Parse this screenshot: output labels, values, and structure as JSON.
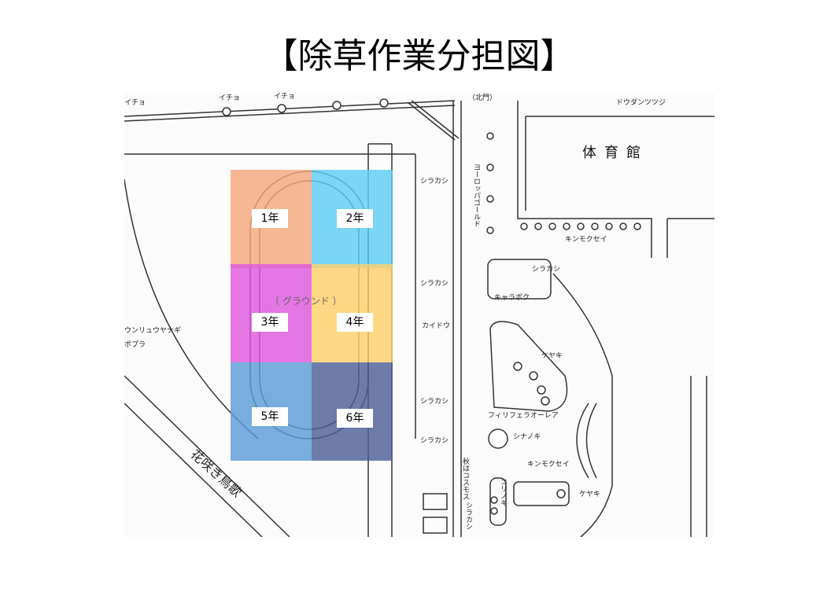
{
  "title": "【除草作業分担図】",
  "zone_colors": {
    "grade1": "#f3a77d",
    "grade2": "#5dcdf2",
    "grade3": "#dd58dd",
    "grade4": "#ffd06a",
    "grade5": "#5a9bd5",
    "grade6": "#4d5f95"
  },
  "zones": [
    {
      "label": "1年"
    },
    {
      "label": "2年"
    },
    {
      "label": "3年"
    },
    {
      "label": "4年"
    },
    {
      "label": "5年"
    },
    {
      "label": "6年"
    }
  ],
  "map_labels": {
    "gym": "体育館",
    "ground": "（ グラウンド ）",
    "dodan": "ドウダンツツジ",
    "kinmokusei_top": "キンモクセイ",
    "kinmokusei_bottom": "キンモクセイ",
    "shirakashi_1": "シラカシ",
    "shirakashi_2": "シラカシ",
    "shirakashi_3": "シラカシ",
    "shirakashi_4": "シラカシ",
    "kaido": "カイドウ",
    "kyarabok": "キャラボク",
    "shirakashi_small": "シラカシ",
    "keyaki_1": "ケヤキ",
    "keyaki_2": "ケヤキ",
    "firifera": "フィリフェラオーレア",
    "shinanoki": "シナノキ",
    "icho_1": "イチョ",
    "icho_2": "イチョ",
    "icho_3": "イチョ",
    "kitamon": "（北門）",
    "unryu": "ウンリュウヤナギ",
    "popura": "ポプラ",
    "yoroppa": "ヨーロッパゴールド",
    "akikosumosu": "秋はコスモス",
    "shira_vert": "シラカシ",
    "korinoki": "コリノキ",
    "hanasaki": "花咲き鳥歌"
  }
}
